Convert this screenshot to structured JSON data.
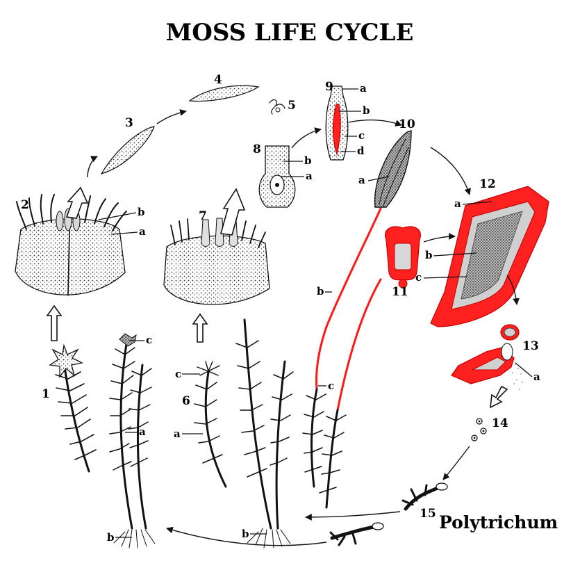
{
  "title": "MOSS LIFE CYCLE",
  "caption": "Polytrichum",
  "accent_color": "#ff2020",
  "stage_numbers": [
    "1",
    "2",
    "3",
    "4",
    "5",
    "6",
    "7",
    "8",
    "9",
    "10",
    "11",
    "12",
    "13",
    "14",
    "15"
  ],
  "part_letters": {
    "s1": {
      "c": "c",
      "a": "a",
      "b": "b"
    },
    "s2": {
      "b": "b",
      "a": "a"
    },
    "s6": {
      "c": "c",
      "a": "a",
      "b": "b"
    },
    "s8": {
      "b": "b",
      "a": "a"
    },
    "s9": {
      "a": "a",
      "b": "b",
      "c": "c",
      "d": "d"
    },
    "s10": {
      "a": "a",
      "b": "b",
      "c": "c"
    },
    "s12": {
      "a": "a",
      "b": "b",
      "c": "c"
    },
    "s13": {
      "a": "a"
    }
  }
}
